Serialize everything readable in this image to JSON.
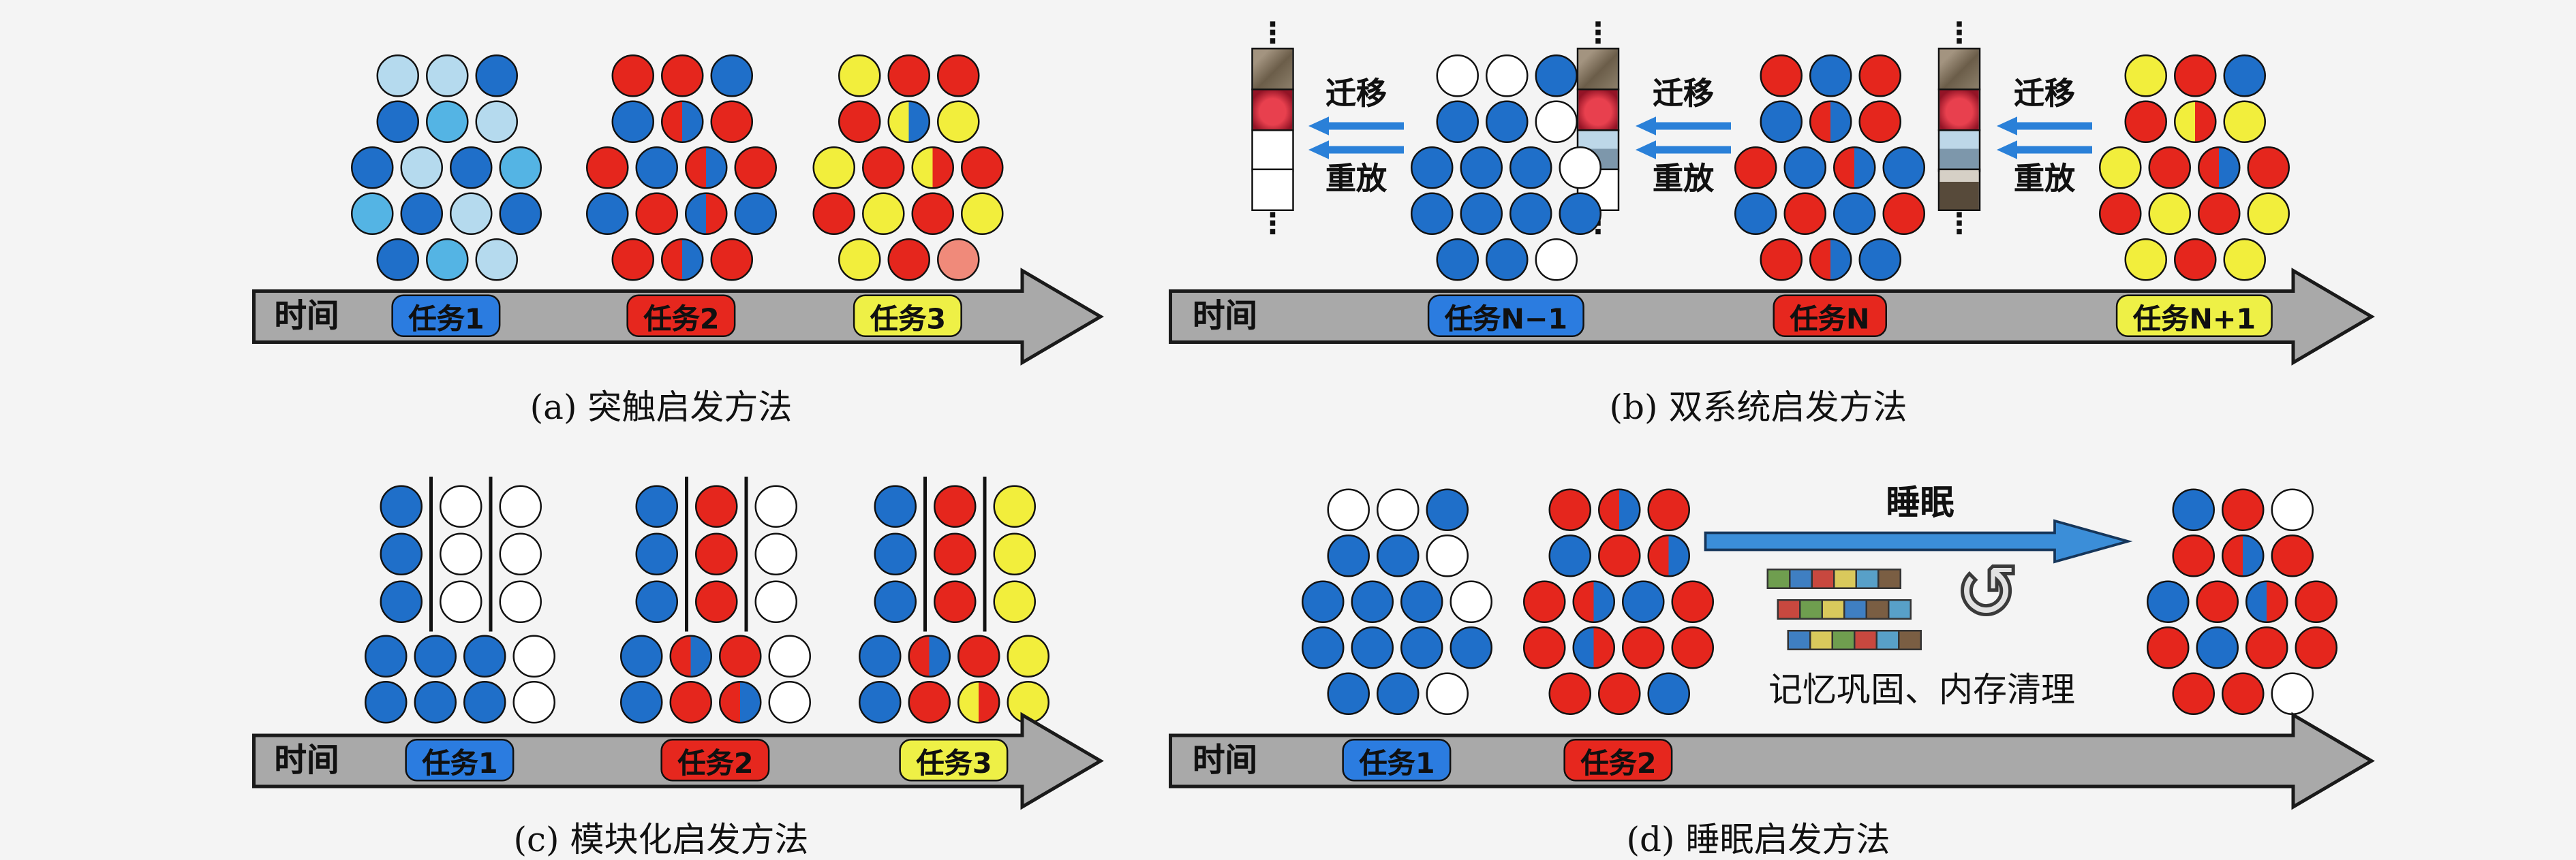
{
  "palette": {
    "B": "#1f6fc9",
    "LB": "#b5daee",
    "CB": "#54b4e4",
    "R": "#e5261d",
    "PR": "#f08a7a",
    "Y": "#f2ee3c",
    "W": "#ffffff"
  },
  "panels": {
    "a": {
      "caption": "(a) 突触启发方法",
      "timeline": {
        "label": "时间",
        "tasks": [
          {
            "text": "任务1",
            "color": "#2b7ce0"
          },
          {
            "text": "任务2",
            "color": "#e6271e"
          },
          {
            "text": "任务3",
            "color": "#eef046"
          }
        ]
      },
      "clusters": [
        [
          [
            "LB",
            "LB",
            "B"
          ],
          [
            "B",
            "CB",
            "LB"
          ],
          [
            "B",
            "LB",
            "B",
            "CB"
          ],
          [
            "CB",
            "B",
            "LB",
            "B"
          ],
          [
            "B",
            "CB",
            "LB"
          ]
        ],
        [
          [
            "R",
            "R",
            "B"
          ],
          [
            "B",
            "R/B",
            "R"
          ],
          [
            "R",
            "B",
            "R/B",
            "R"
          ],
          [
            "B",
            "R",
            "B/R",
            "B"
          ],
          [
            "R",
            "R/B",
            "R"
          ]
        ],
        [
          [
            "Y",
            "R",
            "R"
          ],
          [
            "R",
            "Y/B",
            "Y"
          ],
          [
            "Y",
            "R",
            "Y/R",
            "R"
          ],
          [
            "R",
            "Y",
            "R",
            "Y"
          ],
          [
            "Y",
            "R",
            "PR"
          ]
        ]
      ]
    },
    "b": {
      "caption": "(b) 双系统启发方法",
      "transfer_label": "迁移",
      "replay_label": "重放",
      "ellipsis": "⋮",
      "timeline": {
        "label": "时间",
        "tasks": [
          {
            "text": "任务N−1",
            "color": "#2b7ce0"
          },
          {
            "text": "任务N",
            "color": "#e6271e"
          },
          {
            "text": "任务N+1",
            "color": "#eef046"
          }
        ]
      },
      "buffers": [
        {
          "cells": [
            "dog",
            "flower",
            "empty",
            "empty"
          ]
        },
        {
          "cells": [
            "dog",
            "flower",
            "building",
            "empty"
          ]
        },
        {
          "cells": [
            "dog",
            "flower",
            "building",
            "chair"
          ]
        }
      ],
      "clusters": [
        [
          [
            "W",
            "W",
            "B"
          ],
          [
            "B",
            "B",
            "W"
          ],
          [
            "B",
            "B",
            "B",
            "W"
          ],
          [
            "B",
            "B",
            "B",
            "B"
          ],
          [
            "B",
            "B",
            "W"
          ]
        ],
        [
          [
            "R",
            "B",
            "R"
          ],
          [
            "B",
            "R/B",
            "R"
          ],
          [
            "R",
            "B",
            "R/B",
            "B"
          ],
          [
            "B",
            "R",
            "B",
            "R"
          ],
          [
            "R",
            "R/B",
            "B"
          ]
        ],
        [
          [
            "Y",
            "R",
            "B"
          ],
          [
            "R",
            "Y/R",
            "Y"
          ],
          [
            "Y",
            "R",
            "R/B",
            "R"
          ],
          [
            "R",
            "Y",
            "R",
            "Y"
          ],
          [
            "Y",
            "R",
            "Y"
          ]
        ]
      ]
    },
    "c": {
      "caption": "(c) 模块化启发方法",
      "timeline": {
        "label": "时间",
        "tasks": [
          {
            "text": "任务1",
            "color": "#2b7ce0"
          },
          {
            "text": "任务2",
            "color": "#e6271e"
          },
          {
            "text": "任务3",
            "color": "#eef046"
          }
        ]
      },
      "modules": [
        {
          "columns": [
            [
              "B",
              "B",
              "B"
            ],
            [
              "W",
              "W",
              "W"
            ],
            [
              "W",
              "W",
              "W"
            ]
          ],
          "rows": [
            [
              "B",
              "B",
              "B",
              "W"
            ],
            [
              "B",
              "B",
              "B",
              "W"
            ]
          ]
        },
        {
          "columns": [
            [
              "B",
              "B",
              "B"
            ],
            [
              "R",
              "R",
              "R"
            ],
            [
              "W",
              "W",
              "W"
            ]
          ],
          "rows": [
            [
              "B",
              "R/B",
              "R",
              "W"
            ],
            [
              "B",
              "R",
              "R/B",
              "W"
            ]
          ]
        },
        {
          "columns": [
            [
              "B",
              "B",
              "B"
            ],
            [
              "R",
              "R",
              "R"
            ],
            [
              "Y",
              "Y",
              "Y"
            ]
          ],
          "rows": [
            [
              "B",
              "R/B",
              "R",
              "Y"
            ],
            [
              "B",
              "R",
              "Y/R",
              "Y"
            ]
          ]
        }
      ]
    },
    "d": {
      "caption": "(d) 睡眠启发方法",
      "sleep_label": "睡眠",
      "consolidation_label": "记忆巩固、内存清理",
      "cycle_icon": "↺",
      "timeline": {
        "label": "时间",
        "tasks": [
          {
            "text": "任务1",
            "color": "#2b7ce0"
          },
          {
            "text": "任务2",
            "color": "#e6271e"
          }
        ]
      },
      "clusters": [
        [
          [
            "W",
            "W",
            "B"
          ],
          [
            "B",
            "B",
            "W"
          ],
          [
            "B",
            "B",
            "B",
            "W"
          ],
          [
            "B",
            "B",
            "B",
            "B"
          ],
          [
            "B",
            "B",
            "W"
          ]
        ],
        [
          [
            "R",
            "R/B",
            "R"
          ],
          [
            "B",
            "R",
            "R/B"
          ],
          [
            "R",
            "R/B",
            "B",
            "R"
          ],
          [
            "R",
            "B/R",
            "R",
            "R"
          ],
          [
            "R",
            "R",
            "B"
          ]
        ],
        [
          [
            "B",
            "R",
            "W"
          ],
          [
            "R",
            "R/B",
            "R"
          ],
          [
            "B",
            "R",
            "B/R",
            "R"
          ],
          [
            "R",
            "B",
            "R",
            "R"
          ],
          [
            "R",
            "R",
            "W"
          ]
        ]
      ],
      "strips": [
        [
          "#6f9e4f",
          "#3f7fc2",
          "#c8483f",
          "#d9c95c",
          "#58a0c8",
          "#7a5e43"
        ],
        [
          "#c8483f",
          "#6f9e4f",
          "#d9c95c",
          "#3f7fc2",
          "#7a5e43",
          "#58a0c8"
        ],
        [
          "#3f7fc2",
          "#d9c95c",
          "#6f9e4f",
          "#c8483f",
          "#58a0c8",
          "#7a5e43"
        ]
      ]
    }
  }
}
